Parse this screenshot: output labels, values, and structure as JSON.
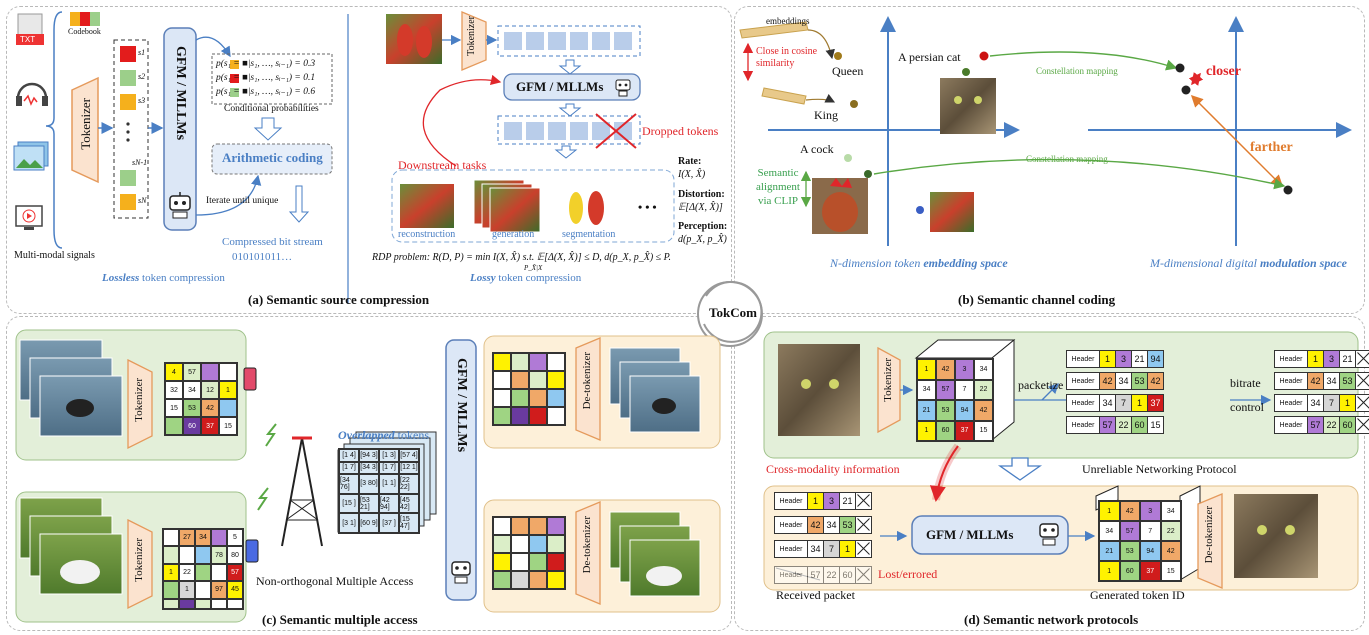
{
  "center_label": "TokCom",
  "panel_a": {
    "caption": "(a) Semantic source compression",
    "codebook": "Codebook",
    "txt_icon": "TXT",
    "tokenizer": "Tokenizer",
    "model": "GFM / MLLMs",
    "tokens": [
      "s1",
      "s2",
      "s3",
      "sN-1",
      "sN"
    ],
    "probabilities": [
      "p(s₁ = ■|s₁, …, sᵢ₋₁) = 0.3",
      "p(s₁ = ■|s₁, …, sᵢ₋₁) = 0.1",
      "p(s₁ = ■|s₁, …, sᵢ₋₁) = 0.6"
    ],
    "cond_prob_label": "Conditional probabilities",
    "arith_coding": "Arithmetic coding",
    "iterate": "Iterate until unique",
    "bitstream_label": "Compressed bit stream",
    "bitstream": "010101011…",
    "mm_signals": "Multi-modal signals",
    "lossless_em": "Lossless",
    "lossless_rest": " token compression",
    "lossy_tokenizer": "Tokenizer",
    "lossy_model": "GFM / MLLMs",
    "dropped": "Dropped tokens",
    "downstream": "Downstream tasks",
    "tasks": [
      "reconstruction",
      "generation",
      "segmentation"
    ],
    "ellipsis": "• • •",
    "rate_title": "Rate:",
    "rate_expr": "I(X, X̂)",
    "distortion_title": "Distortion:",
    "distortion_expr": "𝔼[Δ(X, X̂)]",
    "perception_title": "Perception:",
    "perception_expr": "d(p_X, p_X̂)",
    "rdp": "RDP problem:  R(D, P) = min I(X, X̂)   s.t. 𝔼[Δ(X, X̂)] ≤ D,  d(p_X, p_X̂) ≤ P.",
    "rdp_sub": "P_X̂|X",
    "lossy_em": "Lossy",
    "lossy_rest": " token compression"
  },
  "panel_b": {
    "caption": "(b) Semantic channel coding",
    "embeddings": "embeddings",
    "close_cos": "Close in cosine similarity",
    "queen": "Queen",
    "king": "King",
    "persian_cat": "A persian cat",
    "cock": "A cock",
    "const_map_1": "Constellation mapping",
    "const_map_2": "Constellation mapping",
    "closer": "closer",
    "farther": "farther",
    "sem_align": "Semantic alignment via CLIP",
    "embed_space_pre": "N",
    "embed_space_mid": "-dimension token ",
    "embed_space_em": "embedding space",
    "mod_space_pre": "M",
    "mod_space_mid": "-dimensional digital ",
    "mod_space_em": "modulation space"
  },
  "panel_c": {
    "caption": "(c) Semantic multiple access",
    "tokenizer": "Tokenizer",
    "overlapped_em": "Overlapped",
    "overlapped_rest": " tokens",
    "noma": "Non-orthogonal Multiple Access",
    "model": "GFM / MLLMs",
    "detokenizer": "De-tokenizer",
    "grid1": [
      "4",
      "57",
      "",
      "",
      "32",
      "34",
      "12",
      "1",
      "15",
      "53",
      "42",
      "",
      "",
      "60",
      "37",
      "15"
    ],
    "grid2": [
      "",
      "27",
      "34",
      "",
      "5",
      "",
      "",
      "",
      "78",
      "80",
      "1",
      "22",
      "",
      "",
      "57",
      "",
      "1",
      "",
      "97",
      "45",
      "",
      "",
      "",
      "",
      ""
    ],
    "overlap_cells": [
      "[1\n4]",
      "[94\n3]",
      "[1\n3]",
      "[57\n4]",
      "[1\n7]",
      "[34\n3]",
      "[1\n7]",
      "[12\n1]",
      "[34\n76]",
      "[3\n80]",
      "[1\n1]",
      "[22\n22]",
      "[15\n]",
      "[53\n21]",
      "[42\n94]",
      "[45\n42]",
      "[3\n1]",
      "[60\n9]",
      "[37\n]",
      "[15\n47]"
    ]
  },
  "panel_d": {
    "caption": "(d) Semantic network protocols",
    "tokenizer": "Tokenizer",
    "cube_ids": [
      "1",
      "42",
      "3",
      "34",
      "34",
      "57",
      "7",
      "22",
      "21",
      "53",
      "94",
      "42",
      "1",
      "60",
      "37",
      "15"
    ],
    "packetize": "packetize",
    "bitrate": "bitrate",
    "control": "control",
    "header": "Header",
    "packets_in": [
      [
        "1",
        "3",
        "21",
        "94"
      ],
      [
        "42",
        "34",
        "53",
        "42"
      ],
      [
        "34",
        "7",
        "1",
        "37"
      ],
      [
        "57",
        "22",
        "60",
        "15"
      ]
    ],
    "packets_out": [
      [
        "1",
        "3",
        "21",
        ""
      ],
      [
        "42",
        "34",
        "53",
        ""
      ],
      [
        "34",
        "7",
        "1",
        ""
      ],
      [
        "57",
        "22",
        "60",
        ""
      ]
    ],
    "cross_modality": "Cross-modality information",
    "unreliable": "Unreliable Networking Protocol",
    "recv_packets": [
      [
        "1",
        "3",
        "21",
        ""
      ],
      [
        "42",
        "34",
        "53",
        ""
      ],
      [
        "34",
        "7",
        "1",
        ""
      ],
      [
        "57",
        "22",
        "60",
        ""
      ]
    ],
    "lost": "Lost/errored",
    "model": "GFM / MLLMs",
    "received": "Received packet",
    "generated": "Generated token ID",
    "detokenizer": "De-tokenizer"
  },
  "colors": {
    "tokenizer_fill": "#fbe3cf",
    "tokenizer_stroke": "#e59a5c",
    "model_fill": "#dce7f6",
    "model_stroke": "#5b7fb8",
    "green_panel": "#e3efd9",
    "orange_panel": "#fdf0d9",
    "blue_text": "#4a7fc4",
    "red_text": "#e0262a"
  }
}
